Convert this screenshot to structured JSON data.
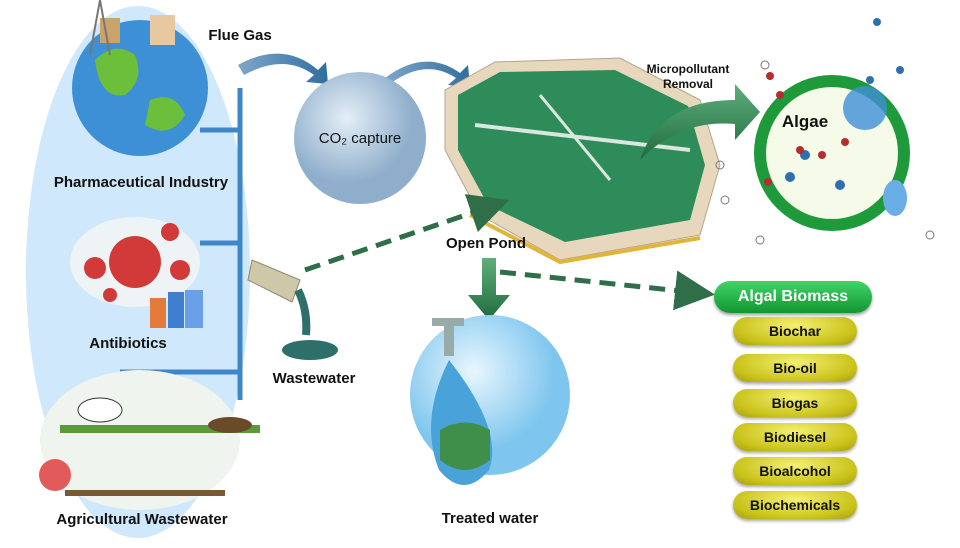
{
  "sources": {
    "pharma": "Pharmaceutical Industry",
    "antibiotics": "Antibiotics",
    "agri": "Agricultural Wastewater",
    "wastewater": "Wastewater"
  },
  "process": {
    "flue_gas": "Flue Gas",
    "co2_capture": "CO₂ capture",
    "open_pond": "Open Pond",
    "micropollutant": "Micropollutant Removal",
    "algae": "Algae",
    "treated_water": "Treated water"
  },
  "biomass": {
    "title": "Algal Biomass",
    "products": [
      "Biochar",
      "Bio-oil",
      "Biogas",
      "Biodiesel",
      "Bioalcohol",
      "Biochemicals"
    ]
  },
  "colors": {
    "source_oval": "#cfe8fb",
    "line": "#3f86c9",
    "arrow_green": "#2f7a4a",
    "pond_green": "#2e8b5a",
    "pill_yellow": "#d8d22a",
    "pill_green": "#22b247"
  }
}
